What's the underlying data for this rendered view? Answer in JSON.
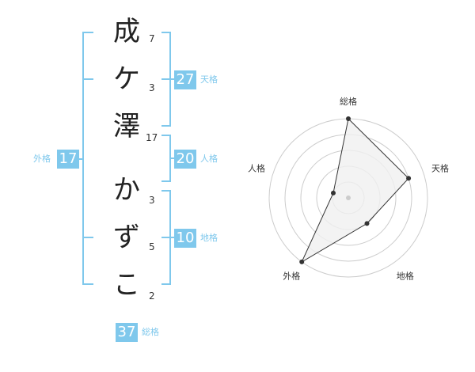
{
  "name": {
    "characters": [
      {
        "char": "成",
        "strokes": "7"
      },
      {
        "char": "ケ",
        "strokes": "3"
      },
      {
        "char": "澤",
        "strokes": "17"
      },
      {
        "char": "か",
        "strokes": "3"
      },
      {
        "char": "ず",
        "strokes": "5"
      },
      {
        "char": "こ",
        "strokes": "2"
      }
    ]
  },
  "fortune": {
    "tenkaku": {
      "value": "27",
      "label": "天格"
    },
    "jinkaku": {
      "value": "20",
      "label": "人格"
    },
    "chikaku": {
      "value": "10",
      "label": "地格"
    },
    "gaikaku": {
      "value": "17",
      "label": "外格"
    },
    "soukaku": {
      "value": "37",
      "label": "総格"
    }
  },
  "chart_data": {
    "type": "radar",
    "axes": [
      "総格",
      "天格",
      "地格",
      "外格",
      "人格"
    ],
    "rmax": 5,
    "rings": 5,
    "values": [
      5,
      4,
      2,
      5,
      1
    ]
  },
  "colors": {
    "accent": "#7fc8ec",
    "grid": "#cccccc",
    "polygon_fill": "#f0f0f0",
    "polygon_stroke": "#333333"
  }
}
